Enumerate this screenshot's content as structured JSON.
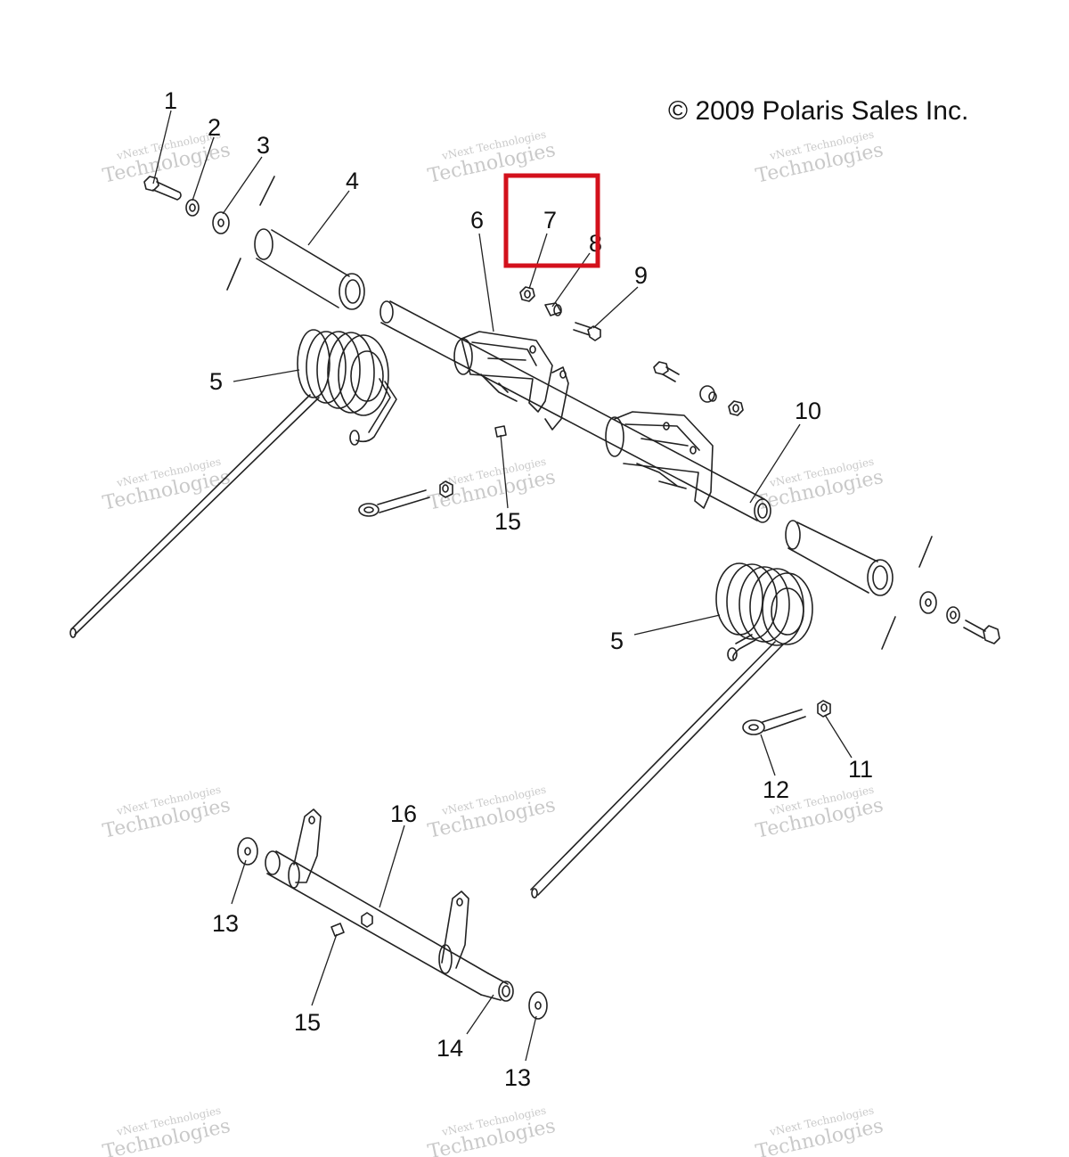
{
  "copyright": "© 2009 Polaris Sales Inc.",
  "watermark": {
    "line1": "vNext Technologies",
    "line2": "Technologies"
  },
  "callouts": {
    "c1": "1",
    "c2": "2",
    "c3": "3",
    "c4": "4",
    "c5a": "5",
    "c5b": "5",
    "c6": "6",
    "c7": "7",
    "c8": "8",
    "c9": "9",
    "c10": "10",
    "c11": "11",
    "c12": "12",
    "c13a": "13",
    "c13b": "13",
    "c14": "14",
    "c15a": "15",
    "c15b": "15",
    "c16": "16"
  },
  "highlight_color": "#d3111c"
}
